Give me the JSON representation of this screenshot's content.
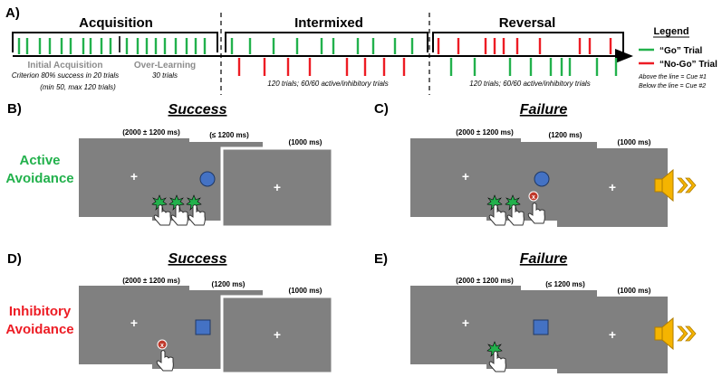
{
  "panel_a": {
    "label": "A)",
    "phases": [
      {
        "title": "Acquisition"
      },
      {
        "title": "Intermixed"
      },
      {
        "title": "Reversal"
      }
    ],
    "acq_sub1_title": "Initial Acquisition",
    "acq_sub1_desc1": "Criterion 80% success in 20 trials",
    "acq_sub1_desc2": "(min 50, max 120 trials)",
    "acq_sub2_title": "Over-Learning",
    "acq_sub2_desc": "30 trials",
    "intermixed_desc": "120 trials; 60/60 active/inhibitory trials",
    "reversal_desc": "120 trials; 60/60 active/inhibitory trials",
    "legend": {
      "title": "Legend",
      "go_label": "“Go” Trial",
      "nogo_label": "“No-Go” Trial",
      "above_note": "Above the line = Cue #1",
      "below_note": "Below the line = Cue #2"
    },
    "colors": {
      "go": "#22b14c",
      "nogo": "#ed1c24"
    }
  },
  "rows": {
    "active": {
      "label_line1": "Active",
      "label_line2": "Avoidance",
      "color": "#22b14c"
    },
    "inhibitory": {
      "label_line1": "Inhibitory",
      "label_line2": "Avoidance",
      "color": "#ed1c24"
    }
  },
  "panels": {
    "b": {
      "label": "B)",
      "title": "Success",
      "t1": "(2000 ± 1200 ms)",
      "t2": "(≤ 1200 ms)",
      "t3": "(1000 ms)"
    },
    "c": {
      "label": "C)",
      "title": "Failure",
      "t1": "(2000 ± 1200 ms)",
      "t2": "(1200 ms)",
      "t3": "(1000 ms)"
    },
    "d": {
      "label": "D)",
      "title": "Success",
      "t1": "(2000 ± 1200 ms)",
      "t2": "(1200 ms)",
      "t3": "(1000 ms)"
    },
    "e": {
      "label": "E)",
      "title": "Failure",
      "t1": "(2000 ± 1200 ms)",
      "t2": "(≤ 1200 ms)",
      "t3": "(1000 ms)"
    }
  },
  "symbols": {
    "fixation": "+",
    "press_blocked": "x"
  },
  "icons": [
    "hand-pointer-icon",
    "press-burst-icon",
    "blocked-press-icon",
    "speaker-icon",
    "circle-cue-icon",
    "square-cue-icon"
  ],
  "stimulus_colors": {
    "screen": "#808080",
    "cue": "#4472c4",
    "speaker": "#f5b400",
    "blocked": "#c0392b"
  }
}
